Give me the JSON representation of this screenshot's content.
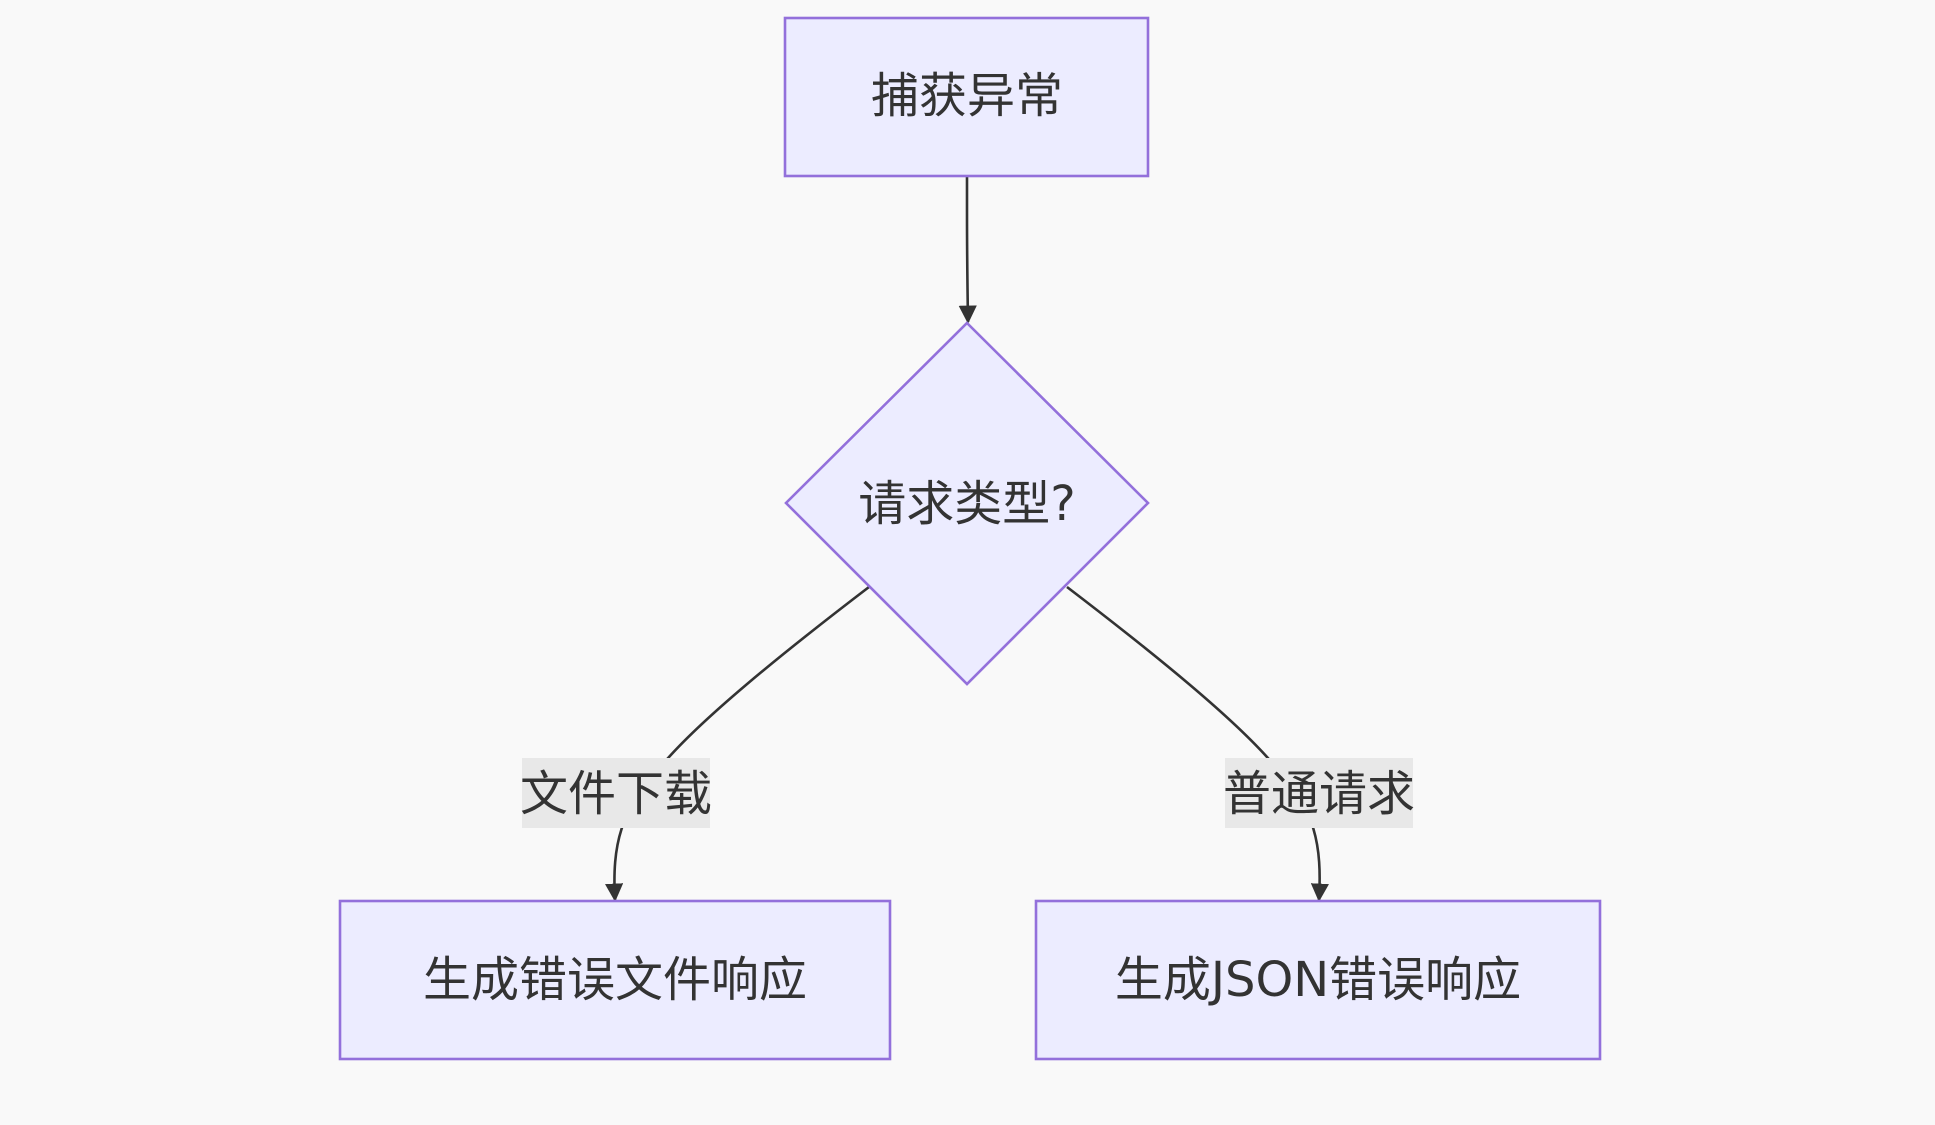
{
  "diagram": {
    "colors": {
      "background": "#f9f9f9",
      "node_fill": "#ececff",
      "node_stroke": "#9370db",
      "edge": "#333333",
      "label_bg": "#e8e8e8",
      "text": "#333333"
    },
    "nodes": {
      "catch": {
        "label": "捕获异常",
        "shape": "rectangle"
      },
      "decision": {
        "label": "请求类型?",
        "shape": "diamond"
      },
      "file_response": {
        "label": "生成错误文件响应",
        "shape": "rectangle"
      },
      "json_response": {
        "label": "生成JSON错误响应",
        "shape": "rectangle"
      }
    },
    "edges": [
      {
        "from": "catch",
        "to": "decision",
        "label": ""
      },
      {
        "from": "decision",
        "to": "file_response",
        "label": "文件下载"
      },
      {
        "from": "decision",
        "to": "json_response",
        "label": "普通请求"
      }
    ]
  }
}
